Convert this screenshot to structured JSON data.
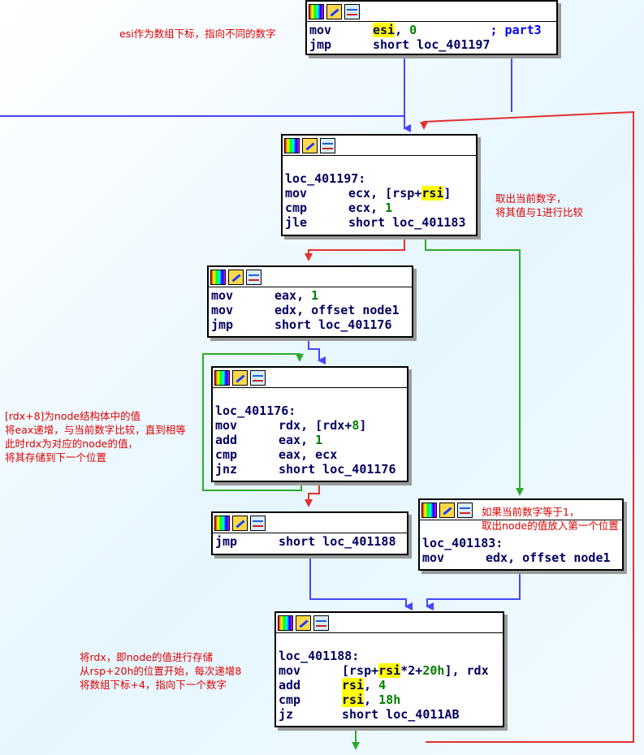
{
  "colors": {
    "true_edge": "#e53030",
    "false_edge": "#2faa2f",
    "uncond_edge": "#4646ff",
    "note_text": "#e00000",
    "register_highlight": "#ffff00",
    "number": "#008000",
    "comment": "#0000ff"
  },
  "toolbar_icons": [
    "graph-icon",
    "rename-icon",
    "xrefs-icon"
  ],
  "blocks": {
    "b0": {
      "lines": [
        {
          "mn": "mov",
          "op": [
            {
              "t": "esi",
              "c": "hl"
            },
            {
              "t": ", "
            },
            {
              "t": "0",
              "c": "num"
            },
            {
              "t": "          "
            },
            {
              "t": "; part3",
              "c": "cmt"
            }
          ]
        },
        {
          "mn": "jmp",
          "op": [
            {
              "t": "short loc_401197"
            }
          ]
        }
      ]
    },
    "b1": {
      "label": "loc_401197:",
      "lines": [
        {
          "mn": "mov",
          "op": [
            {
              "t": "ecx, [rsp+"
            },
            {
              "t": "rsi",
              "c": "hl"
            },
            {
              "t": "]"
            }
          ]
        },
        {
          "mn": "cmp",
          "op": [
            {
              "t": "ecx, "
            },
            {
              "t": "1",
              "c": "num"
            }
          ]
        },
        {
          "mn": "jle",
          "op": [
            {
              "t": "short loc_401183"
            }
          ]
        }
      ]
    },
    "b2": {
      "lines": [
        {
          "mn": "mov",
          "op": [
            {
              "t": "eax, "
            },
            {
              "t": "1",
              "c": "num"
            }
          ]
        },
        {
          "mn": "mov",
          "op": [
            {
              "t": "edx, offset node1"
            }
          ]
        },
        {
          "mn": "jmp",
          "op": [
            {
              "t": "short loc_401176"
            }
          ]
        }
      ]
    },
    "b3": {
      "label": "loc_401176:",
      "lines": [
        {
          "mn": "mov",
          "op": [
            {
              "t": "rdx, [rdx+"
            },
            {
              "t": "8",
              "c": "num"
            },
            {
              "t": "]"
            }
          ]
        },
        {
          "mn": "add",
          "op": [
            {
              "t": "eax, "
            },
            {
              "t": "1",
              "c": "num"
            }
          ]
        },
        {
          "mn": "cmp",
          "op": [
            {
              "t": "eax, ecx"
            }
          ]
        },
        {
          "mn": "jnz",
          "op": [
            {
              "t": "short loc_401176"
            }
          ]
        }
      ]
    },
    "b4": {
      "lines": [
        {
          "mn": "jmp",
          "op": [
            {
              "t": "short loc_401188"
            }
          ]
        }
      ]
    },
    "b5": {
      "label": "loc_401183:",
      "lines": [
        {
          "mn": "mov",
          "op": [
            {
              "t": "edx, offset node1"
            }
          ]
        }
      ]
    },
    "b6": {
      "label": "loc_401188:",
      "lines": [
        {
          "mn": "mov",
          "op": [
            {
              "t": "[rsp+"
            },
            {
              "t": "rsi",
              "c": "hl"
            },
            {
              "t": "*2+"
            },
            {
              "t": "20h",
              "c": "num"
            },
            {
              "t": "], rdx"
            }
          ]
        },
        {
          "mn": "add",
          "op": [
            {
              "t": "rsi",
              "c": "hl"
            },
            {
              "t": ", "
            },
            {
              "t": "4",
              "c": "num"
            }
          ]
        },
        {
          "mn": "cmp",
          "op": [
            {
              "t": "rsi",
              "c": "hl"
            },
            {
              "t": ", "
            },
            {
              "t": "18h",
              "c": "num"
            }
          ]
        },
        {
          "mn": "jz",
          "op": [
            {
              "t": "short loc_4011AB"
            }
          ]
        }
      ]
    }
  },
  "notes": {
    "n1": "esi作为数组下标，指向不同的数字",
    "n2": "取出当前数字，\n将其值与1进行比较",
    "n3": "[rdx+8]为node结构体中的值\n将eax递增，与当前数字比较，直到相等\n此时rdx为对应的node的值，\n将其存储到下一个位置",
    "n4": "如果当前数字等于1，\n取出node的值放入第一个位置",
    "n5": "将rdx，即node的值进行存储\n从rsp+20h的位置开始，每次递增8\n将数组下标+4，指向下一个数字"
  }
}
